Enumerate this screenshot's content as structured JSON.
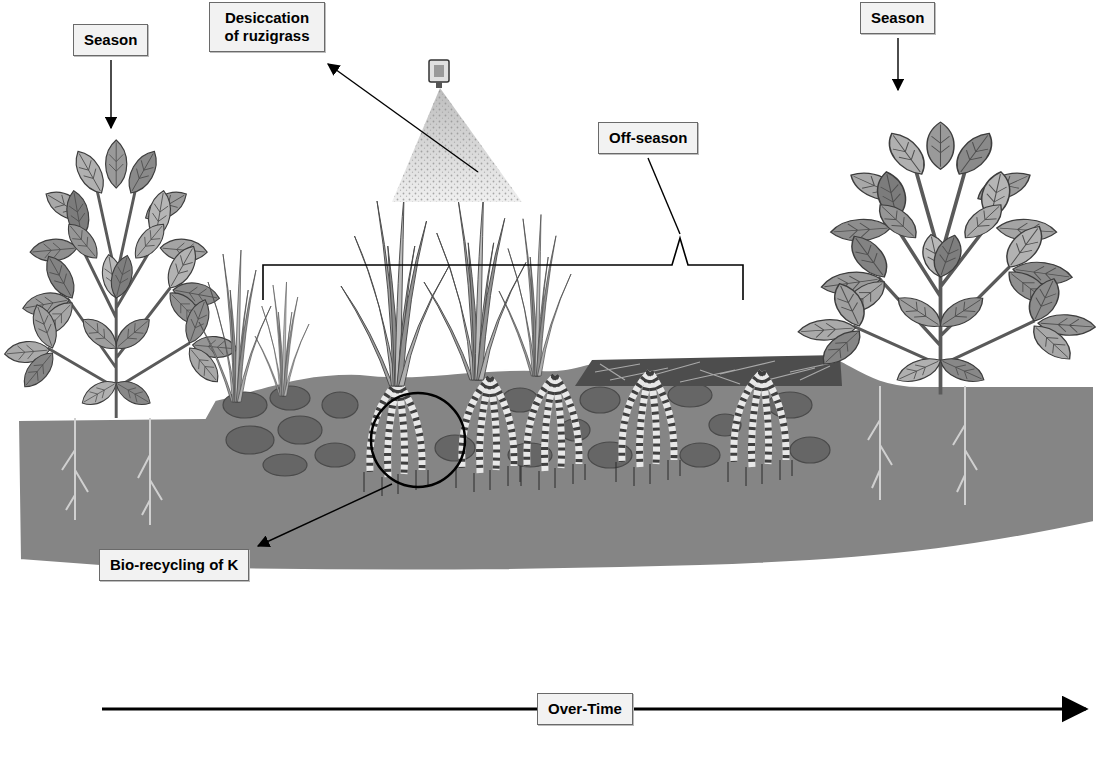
{
  "diagram": {
    "nodes": [
      {
        "text": [
          "Season"
        ]
      },
      {
        "text": [
          "Desiccation of ruzigrass"
        ]
      },
      {
        "text": [
          "Season"
        ]
      },
      {
        "text": [
          "Off-season"
        ]
      },
      {
        "text": [
          "Bio-recycling of K"
        ]
      },
      {
        "text": [
          "Over-Time"
        ]
      }
    ]
  }
}
